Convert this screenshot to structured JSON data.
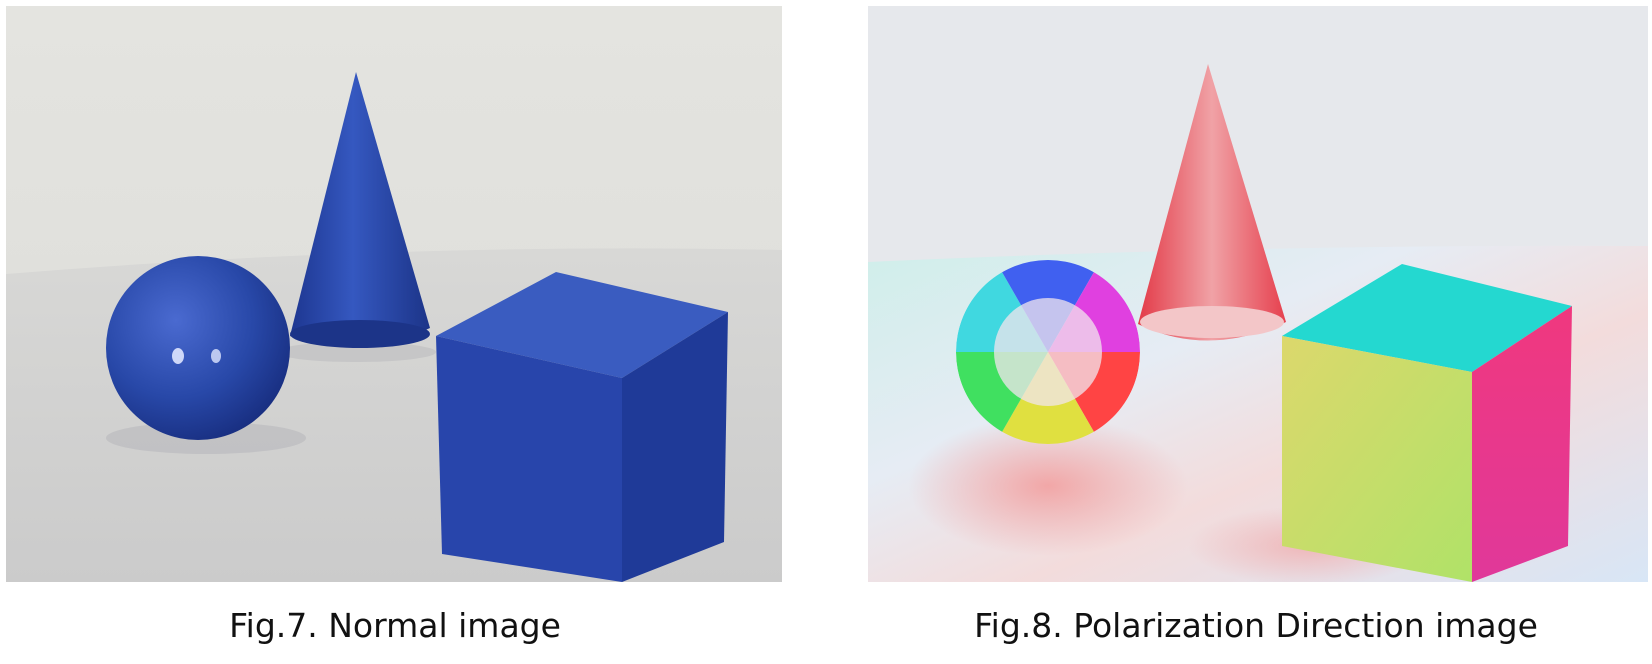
{
  "figures": [
    {
      "caption": "Fig.7. Normal image",
      "photo": "normal-photo",
      "colors": {
        "object": "#2845a8",
        "background": "#e3e3df",
        "floor": "#d2d2d0"
      }
    },
    {
      "caption": "Fig.8. Polarization Direction image",
      "photo": "polarization-direction-photo",
      "colors": {
        "cube_top": "#22d8d0",
        "cube_front": "#cde060",
        "cube_side": "#e8388c",
        "cone": "#e84a58",
        "background": "#e6e8ec"
      }
    }
  ]
}
